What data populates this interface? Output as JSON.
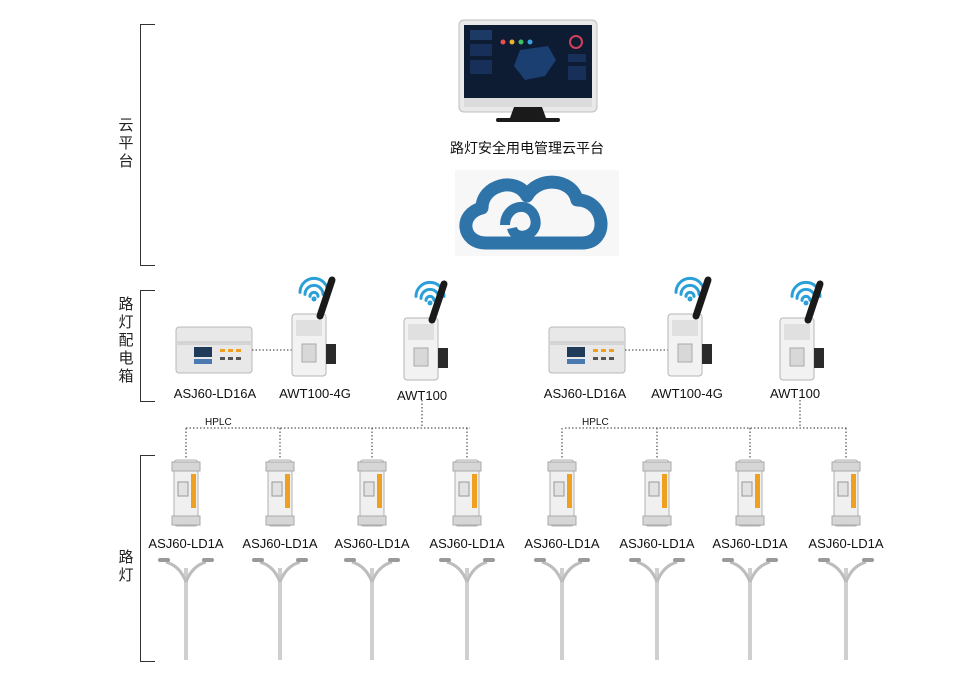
{
  "sections": [
    {
      "id": "cloud",
      "chars": [
        "云",
        "平",
        "台"
      ]
    },
    {
      "id": "box",
      "chars": [
        "路",
        "灯",
        "配",
        "电",
        "箱"
      ]
    },
    {
      "id": "lamp",
      "chars": [
        "路",
        "灯"
      ]
    }
  ],
  "platform": {
    "title": "路灯安全用电管理云平台"
  },
  "groups": [
    {
      "meter_label": "ASJ60-LD16A",
      "gw4g_label": "AWT100-4G",
      "gw_label": "AWT100",
      "bus_label": "HPLC",
      "lamps": [
        "ASJ60-LD1A",
        "ASJ60-LD1A",
        "ASJ60-LD1A",
        "ASJ60-LD1A"
      ]
    },
    {
      "meter_label": "ASJ60-LD16A",
      "gw4g_label": "AWT100-4G",
      "gw_label": "AWT100",
      "bus_label": "HPLC",
      "lamps": [
        "ASJ60-LD1A",
        "ASJ60-LD1A",
        "ASJ60-LD1A",
        "ASJ60-LD1A"
      ]
    }
  ],
  "colors": {
    "cloud": "#2f74a8",
    "wifi": "#2a9fd8",
    "screen": "#0d1b33",
    "device": "#e8e8e8",
    "accent": "#f0a020"
  }
}
